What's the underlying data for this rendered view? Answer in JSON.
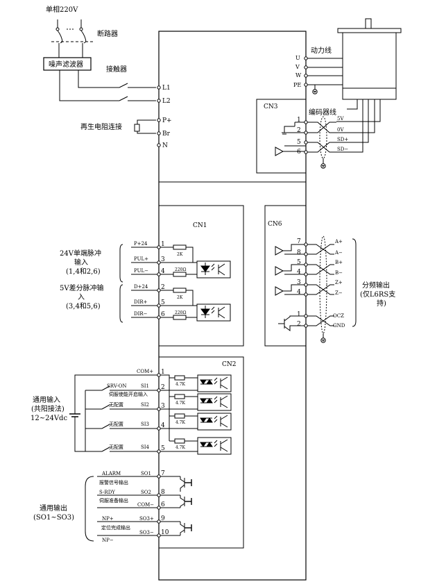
{
  "power": {
    "supply": "单相220V",
    "breaker": "断路器",
    "filter": "噪声滤波器",
    "contactor": "接触器",
    "regen": "再生电阻连接"
  },
  "drive_terms": {
    "l1": "L1",
    "l2": "L2",
    "p": "P+",
    "br": "Br",
    "n": "N"
  },
  "motor": {
    "power_line": "动力线",
    "u": "U",
    "v": "V",
    "w": "W",
    "pe": "PE",
    "encoder_line": "编码器线"
  },
  "cn3": {
    "title": "CN3",
    "pins": [
      "1",
      "2",
      "5",
      "6"
    ],
    "signals": [
      "5V",
      "0V",
      "SD+",
      "SD−"
    ]
  },
  "cn1": {
    "title": "CN1",
    "pins": [
      "1",
      "3",
      "4",
      "2",
      "5",
      "6"
    ],
    "signals": [
      "P+24",
      "PUL+",
      "PUL−",
      "D+24",
      "DIR+",
      "DIR−"
    ],
    "res_2k": "2K",
    "res_220": "220Ω",
    "label_24v": [
      "24V单端脉冲",
      "输入",
      "(1,4和2,6)"
    ],
    "label_5v": [
      "5V差分脉冲输",
      "入",
      "(3,4和5,6)"
    ]
  },
  "cn6": {
    "title": "CN6",
    "pins": [
      "7",
      "8",
      "5",
      "4",
      "3",
      "4",
      "1",
      "2"
    ],
    "signals": [
      "A+",
      "A−",
      "B+",
      "B−",
      "Z+",
      "Z−",
      "OCZ",
      "GND"
    ],
    "note": [
      "分频输出",
      "(仅L6RS支",
      "持)"
    ]
  },
  "cn2": {
    "title": "CN2",
    "pins": [
      "1",
      "2",
      "3",
      "4",
      "5",
      "7",
      "8",
      "6",
      "9",
      "10"
    ],
    "com_plus": "COM+",
    "inputs": [
      {
        "name": "SRV-ON",
        "code": "SI1",
        "desc": "伺服使能开启输入"
      },
      {
        "name": "无配置",
        "code": "SI2"
      },
      {
        "name": "无配置",
        "code": "SI3"
      },
      {
        "name": "无配置",
        "code": "SI4"
      }
    ],
    "res_47k": "4.7K",
    "input_label": [
      "通用输入",
      "(共阳接法)",
      "12~24Vdc"
    ],
    "outputs": [
      {
        "name": "ALARM",
        "code": "SO1",
        "desc": "报警信号输出"
      },
      {
        "name": "S-RDY",
        "code": "SO2",
        "desc": "伺服准备输出"
      },
      {
        "name": "NP+",
        "code": "SO3+",
        "desc": "定位完成输出"
      }
    ],
    "com_minus": "COM−",
    "so3_minus": "SO3−",
    "np_minus": "NP−",
    "output_label": [
      "通用输出",
      "(SO1~SO3)"
    ]
  }
}
